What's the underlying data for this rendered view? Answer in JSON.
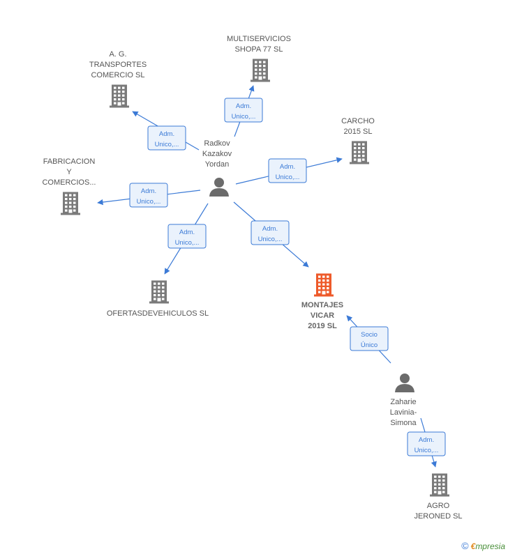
{
  "colors": {
    "company": "#7a7a7a",
    "company_main": "#ee5a2a",
    "person": "#6b6b6b",
    "edge": "#3b7ad6",
    "edge_label_bg": "#eaf2fc",
    "edge_label_border": "#3b7ad6"
  },
  "nodes": [
    {
      "id": "radkov",
      "type": "person",
      "lines": [
        "Radkov",
        "Kazakov",
        "Yordan"
      ]
    },
    {
      "id": "zaharie",
      "type": "person",
      "lines": [
        "Zaharie",
        "Lavinia-",
        "Simona"
      ]
    },
    {
      "id": "multiservicios",
      "type": "company",
      "lines": [
        "MULTISERVICIOS",
        "SHOPA 77  SL"
      ]
    },
    {
      "id": "ag",
      "type": "company",
      "lines": [
        "A. G.",
        "TRANSPORTES",
        "COMERCIO SL"
      ]
    },
    {
      "id": "carcho",
      "type": "company",
      "lines": [
        "CARCHO",
        "2015  SL"
      ]
    },
    {
      "id": "fabricacion",
      "type": "company",
      "lines": [
        "FABRICACION",
        "Y",
        "COMERCIOS..."
      ]
    },
    {
      "id": "ofertas",
      "type": "company",
      "lines": [
        "OFERTASDEVEHICULOS SL"
      ]
    },
    {
      "id": "montajes",
      "type": "company_main",
      "lines": [
        "MONTAJES",
        "VICAR",
        "2019  SL"
      ]
    },
    {
      "id": "agro",
      "type": "company",
      "lines": [
        "AGRO",
        "JERONED  SL"
      ]
    }
  ],
  "edges": [
    {
      "from": "radkov",
      "to": "multiservicios",
      "label": [
        "Adm.",
        "Unico,..."
      ]
    },
    {
      "from": "radkov",
      "to": "ag",
      "label": [
        "Adm.",
        "Unico,..."
      ]
    },
    {
      "from": "radkov",
      "to": "carcho",
      "label": [
        "Adm.",
        "Unico,..."
      ]
    },
    {
      "from": "radkov",
      "to": "fabricacion",
      "label": [
        "Adm.",
        "Unico,..."
      ]
    },
    {
      "from": "radkov",
      "to": "ofertas",
      "label": [
        "Adm.",
        "Unico,..."
      ]
    },
    {
      "from": "radkov",
      "to": "montajes",
      "label": [
        "Adm.",
        "Unico,..."
      ]
    },
    {
      "from": "zaharie",
      "to": "montajes",
      "label": [
        "Socio",
        "Único"
      ]
    },
    {
      "from": "zaharie",
      "to": "agro",
      "label": [
        "Adm.",
        "Unico,..."
      ]
    }
  ],
  "brand": {
    "symbol": "©",
    "initial": "€",
    "rest": "mpresia"
  }
}
